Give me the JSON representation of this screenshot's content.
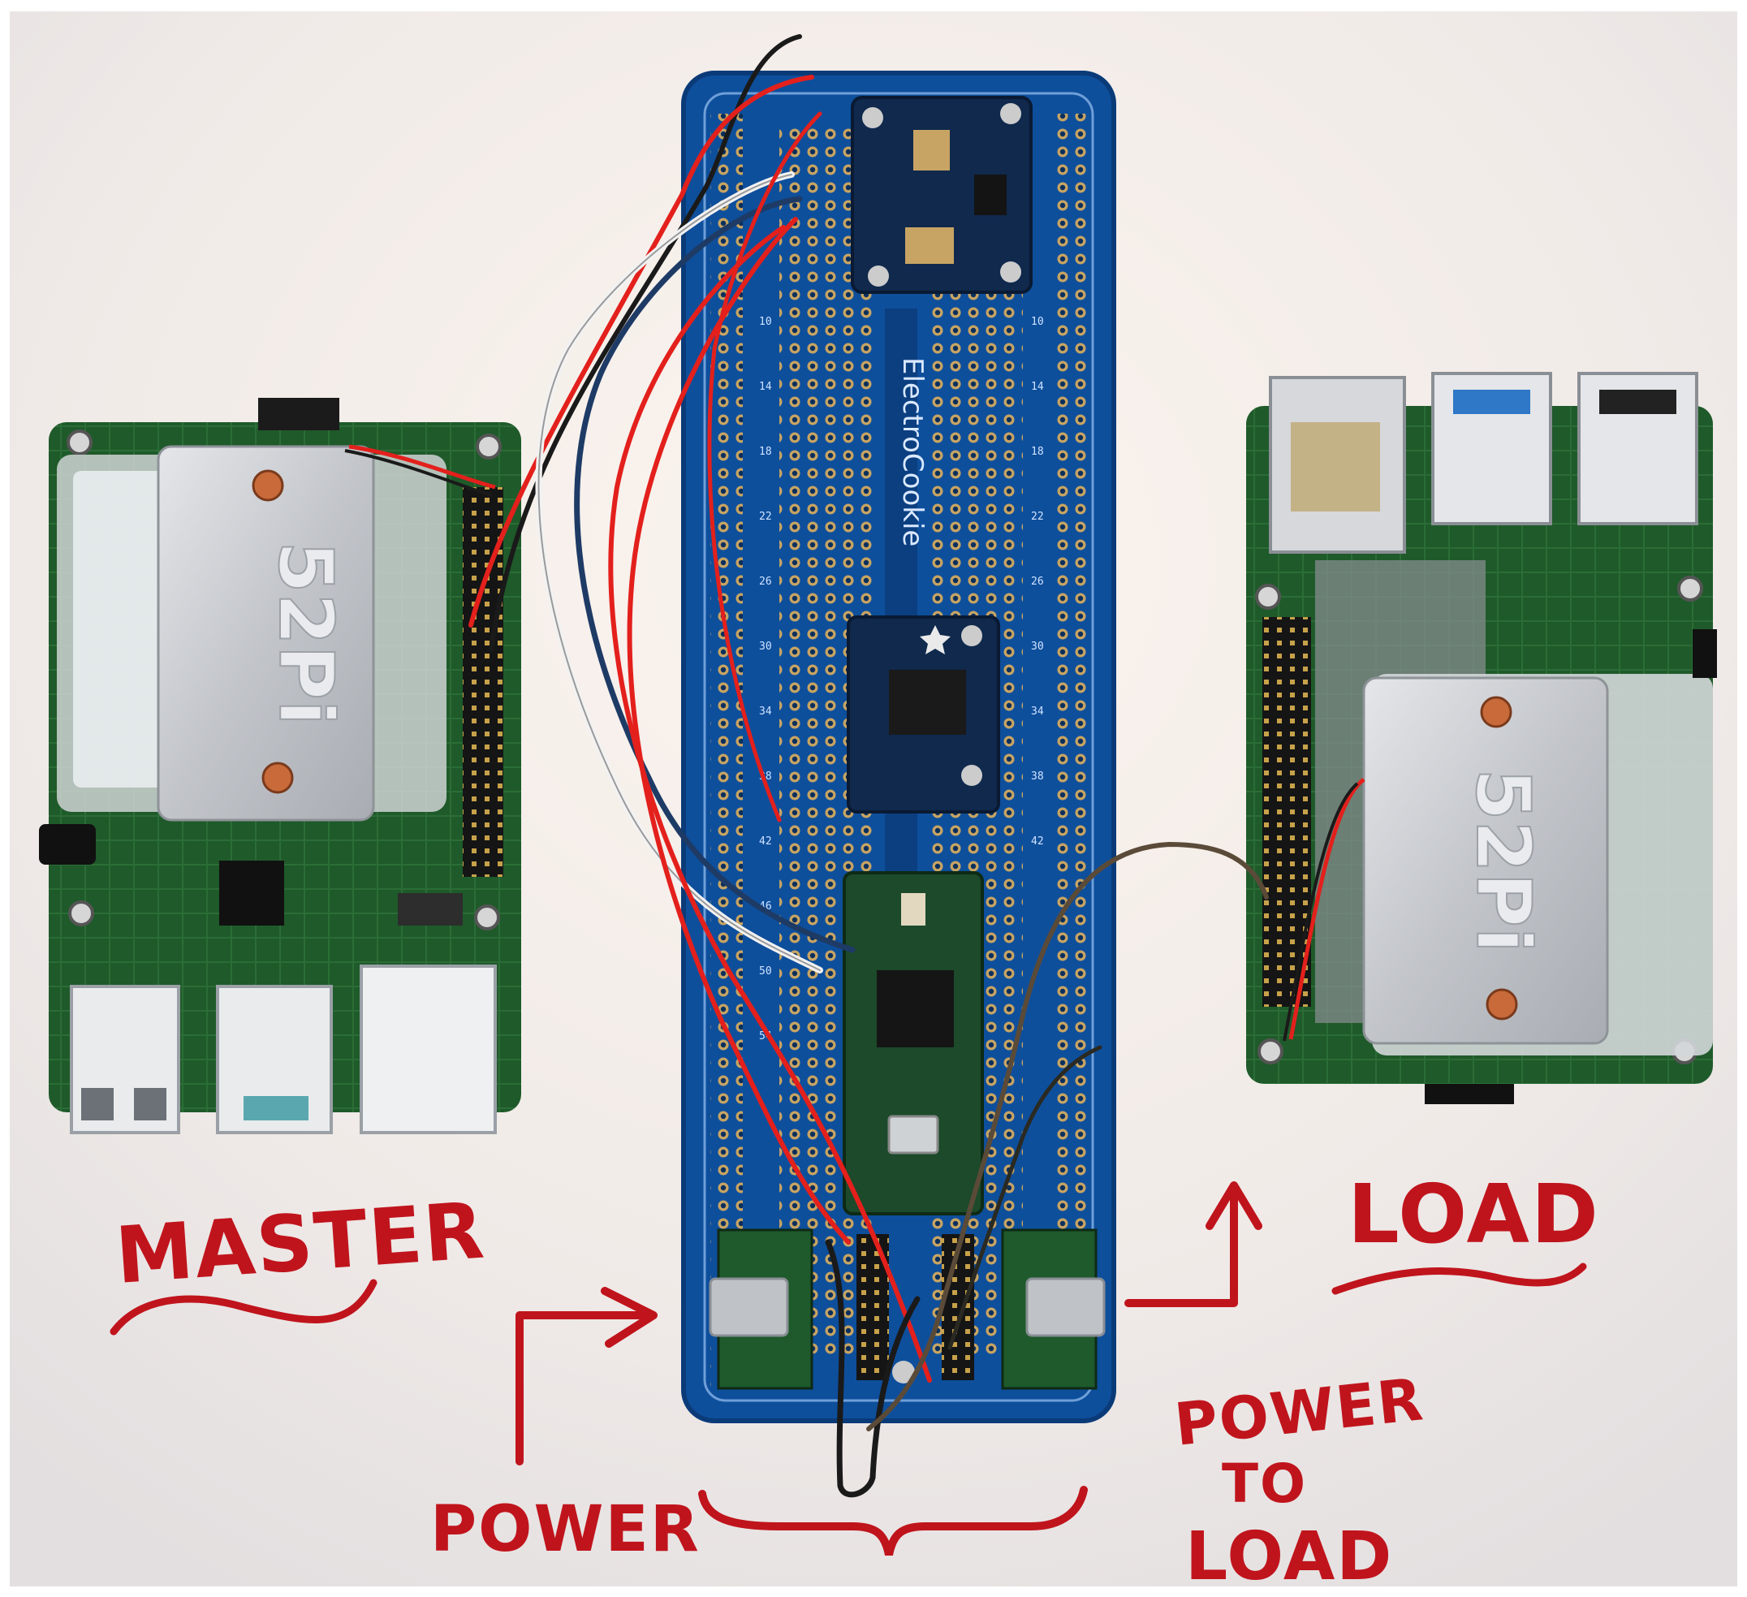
{
  "photo": {
    "labels": {
      "master": "MASTER",
      "load": "LOAD",
      "power_in": "POWER",
      "power_to_load_line1": "POWER",
      "power_to_load_line2": "TO",
      "power_to_load_line3": "LOAD"
    },
    "board_text": {
      "breadboard_name": "ElectroCookie",
      "pi_left_heatsink_logo": "52Pi",
      "pi_right_heatsink_logo": "52Pi"
    }
  },
  "colors": {
    "background": "#f3efec",
    "pcb_blue": "#0e4f9c",
    "pcb_green": "#1f5a2a",
    "ink_red": "#c0141c",
    "wire_red": "#e3201c",
    "heatsink": "#c9ccd0"
  }
}
